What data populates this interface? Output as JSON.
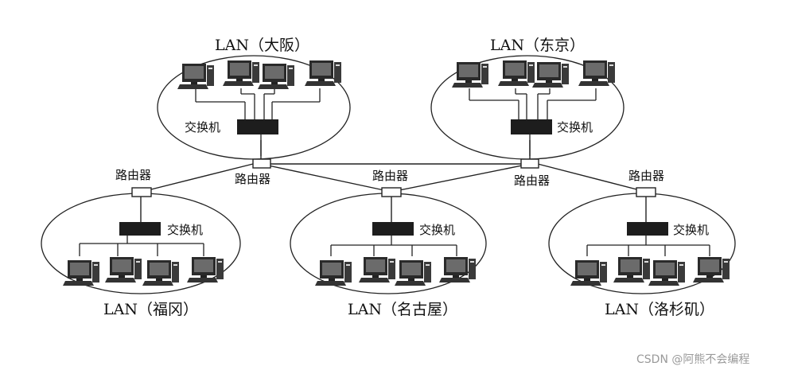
{
  "lans": [
    {
      "id": "osaka",
      "label": "LAN（大阪）",
      "switch_label": "交换机"
    },
    {
      "id": "tokyo",
      "label": "LAN（东京）",
      "switch_label": "交换机"
    },
    {
      "id": "fukuoka",
      "label": "LAN（福冈）",
      "switch_label": "交换机"
    },
    {
      "id": "nagoya",
      "label": "LAN（名古屋）",
      "switch_label": "交换机"
    },
    {
      "id": "losangeles",
      "label": "LAN（洛杉矶）",
      "switch_label": "交换机"
    }
  ],
  "routers": [
    {
      "id": "router-osaka",
      "label": "路由器"
    },
    {
      "id": "router-tokyo",
      "label": "路由器"
    },
    {
      "id": "router-fukuoka",
      "label": "路由器"
    },
    {
      "id": "router-nagoya",
      "label": "路由器"
    },
    {
      "id": "router-losangeles",
      "label": "路由器"
    }
  ],
  "watermark": "CSDN @阿熊不会编程"
}
